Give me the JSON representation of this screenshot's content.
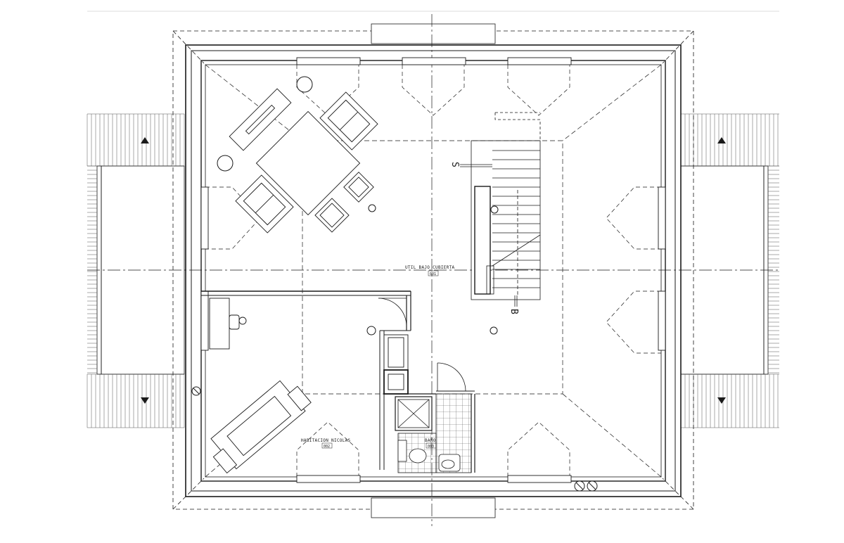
{
  "rooms": [
    {
      "name": "UTIL BAJO CUBIERTA",
      "code": "001"
    },
    {
      "name": "HABITACION NICOLAS",
      "code": "002"
    },
    {
      "name": "BAÑO",
      "code": "003"
    }
  ],
  "stair": {
    "up_mark": "S",
    "down_mark": "B"
  },
  "colors": {
    "line": "#1a1a1a",
    "hatch": "#444444",
    "background": "#ffffff"
  }
}
